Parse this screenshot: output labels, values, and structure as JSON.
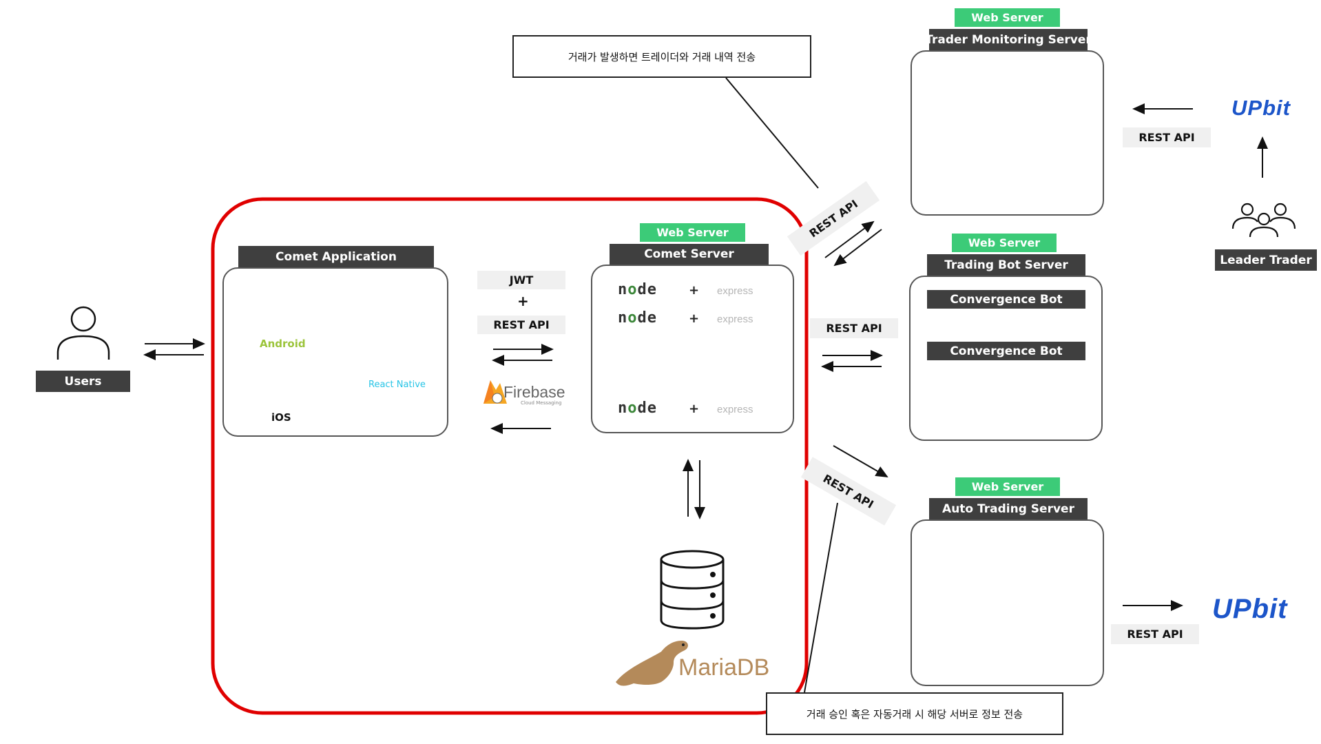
{
  "colors": {
    "dark_label": "#3f3f3f",
    "green_label": "#3ccb78",
    "highlight_border": "#e00000",
    "upbit_blue": "#1c55c9",
    "mariadb_brown": "#b48a5a",
    "react_cyan": "#27c4e6",
    "android_green": "#9bc43a"
  },
  "users": {
    "label": "Users"
  },
  "comet_app": {
    "title": "Comet Application",
    "android": "Android",
    "ios": "iOS",
    "react_native": "React Native"
  },
  "auth": {
    "jwt": "JWT",
    "plus": "+",
    "rest_api": "REST API"
  },
  "firebase": {
    "name": "Firebase",
    "sub": "Cloud Messaging"
  },
  "comet_server": {
    "badge": "Web Server",
    "title": "Comet Server",
    "node_text": "node",
    "express_text": "express",
    "plus": "+"
  },
  "mariadb": {
    "name": "MariaDB"
  },
  "trader_monitoring": {
    "badge": "Web Server",
    "title": "Trader Monitoring Server"
  },
  "trading_bot": {
    "badge": "Web Server",
    "title": "Trading Bot Server",
    "bots": [
      "Convergence Bot",
      "Convergence Bot"
    ]
  },
  "auto_trading": {
    "badge": "Web Server",
    "title": "Auto Trading Server"
  },
  "notes": {
    "top": "거래가 발생하면 트레이더와 거래 내역 전송",
    "bottom": "거래 승인 혹은 자동거래 시 해당 서버로 정보 전송"
  },
  "rest_api_labels": {
    "top_right": "REST API",
    "bottom_right": "REST API",
    "middle": "REST API",
    "diag_upper": "REST API",
    "diag_lower": "REST API"
  },
  "upbit": {
    "top": "UPbit",
    "bottom": "UPbit"
  },
  "leader": {
    "label": "Leader Trader"
  }
}
